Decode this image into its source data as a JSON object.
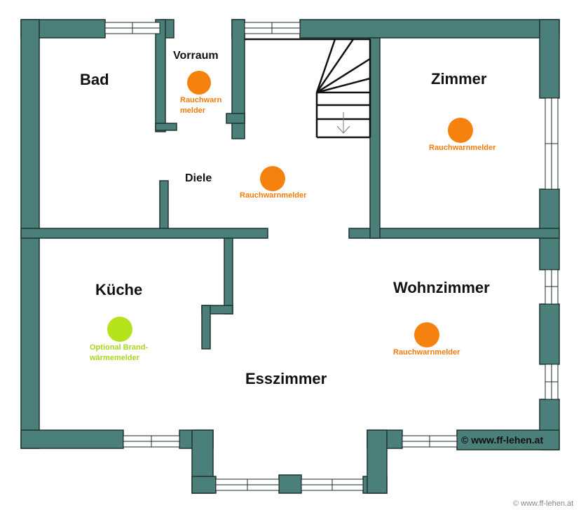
{
  "colors": {
    "wall": "#4a7f7a",
    "smoke_detector": "#f5820f",
    "heat_detector": "#b5e31b",
    "smoke_label": "#f07c0d",
    "heat_label": "#a8d61a"
  },
  "rooms": {
    "bad": "Bad",
    "vorraum": "Vorraum",
    "zimmer": "Zimmer",
    "diele": "Diele",
    "kueche": "Küche",
    "wohnzimmer": "Wohnzimmer",
    "esszimmer": "Esszimmer"
  },
  "detectors": {
    "vorraum": {
      "type": "smoke",
      "line1": "Rauchwarn",
      "line2": "melder"
    },
    "diele": {
      "type": "smoke",
      "label": "Rauchwarnmelder"
    },
    "zimmer": {
      "type": "smoke",
      "label": "Rauchwarnmelder"
    },
    "wohnzimmer": {
      "type": "smoke",
      "label": "Rauchwarnmelder"
    },
    "kueche": {
      "type": "heat",
      "line1": "Optional Brand-",
      "line2": "wärmemelder"
    }
  },
  "copyright": "© www.ff-lehen.at",
  "watermark": "© www.ff-lehen.at"
}
